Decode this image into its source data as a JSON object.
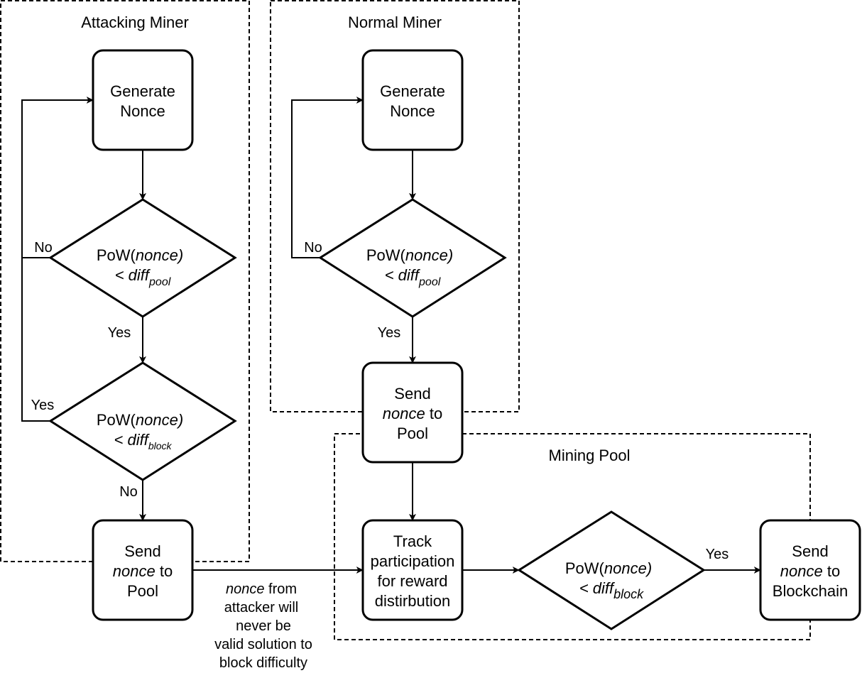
{
  "regions": {
    "attacking_miner": "Attacking Miner",
    "normal_miner": "Normal Miner",
    "mining_pool": "Mining Pool"
  },
  "nodes": {
    "generate_nonce": [
      "Generate",
      "Nonce"
    ],
    "pow_prefix": "PoW(",
    "nonce_word": "nonce",
    "pow_suffix": ")",
    "less_diff": "< diff",
    "sub_pool": "pool",
    "sub_block": "block",
    "send": "Send",
    "to_word": " to",
    "pool_word": "Pool",
    "blockchain_word": "Blockchain",
    "track": [
      "Track",
      "participation",
      "for reward",
      "distirbution"
    ]
  },
  "edges": {
    "yes": "Yes",
    "no": "No"
  },
  "note": {
    "nonce_word": "nonce",
    "line1_rest": " from",
    "lines": [
      "attacker will",
      "never be",
      "valid solution to",
      "block difficulty"
    ]
  }
}
